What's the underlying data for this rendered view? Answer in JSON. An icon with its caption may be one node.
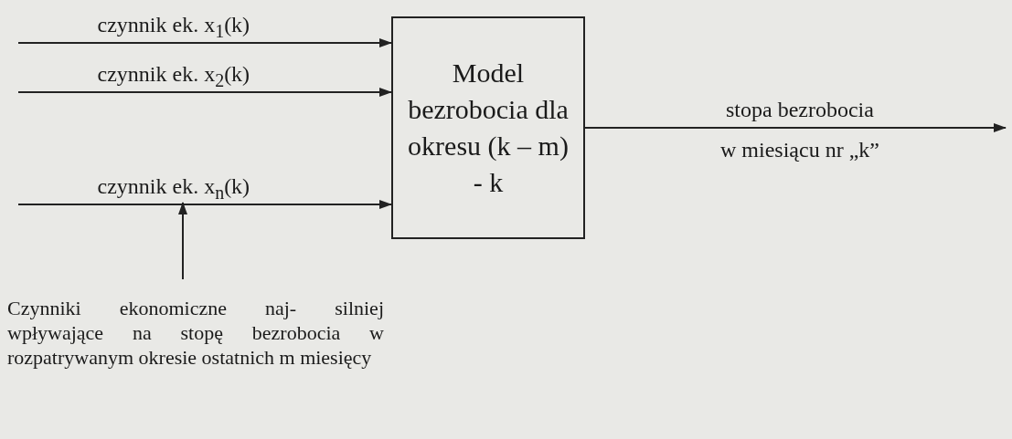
{
  "diagram": {
    "nodes": [
      {
        "text": [
          "Model bezrobocia dla okresu (k – m) - k"
        ]
      },
      {
        "text": [
          "Czynniki ekonomiczne naj- silniej wpływające na stopę bezrobocia w rozpatrywanym okresie ostatnich m miesięcy"
        ]
      }
    ],
    "edges": [
      {
        "from": null,
        "to": 0,
        "arrow": "to",
        "label": "czynnik ek. x$_{1}$(k)"
      },
      {
        "from": null,
        "to": 0,
        "arrow": "to",
        "label": "czynnik ek. x$_{2}$(k)"
      },
      {
        "from": null,
        "to": 0,
        "arrow": "to",
        "label": "czynnik ek. x$_{n}$(k)"
      },
      {
        "from": 0,
        "to": null,
        "arrow": "to",
        "label": "stopa bezrobocia"
      },
      {
        "from": 1,
        "to": null,
        "arrow": "to"
      }
    ],
    "labels": [
      "w miesiącu nr „k”"
    ]
  }
}
